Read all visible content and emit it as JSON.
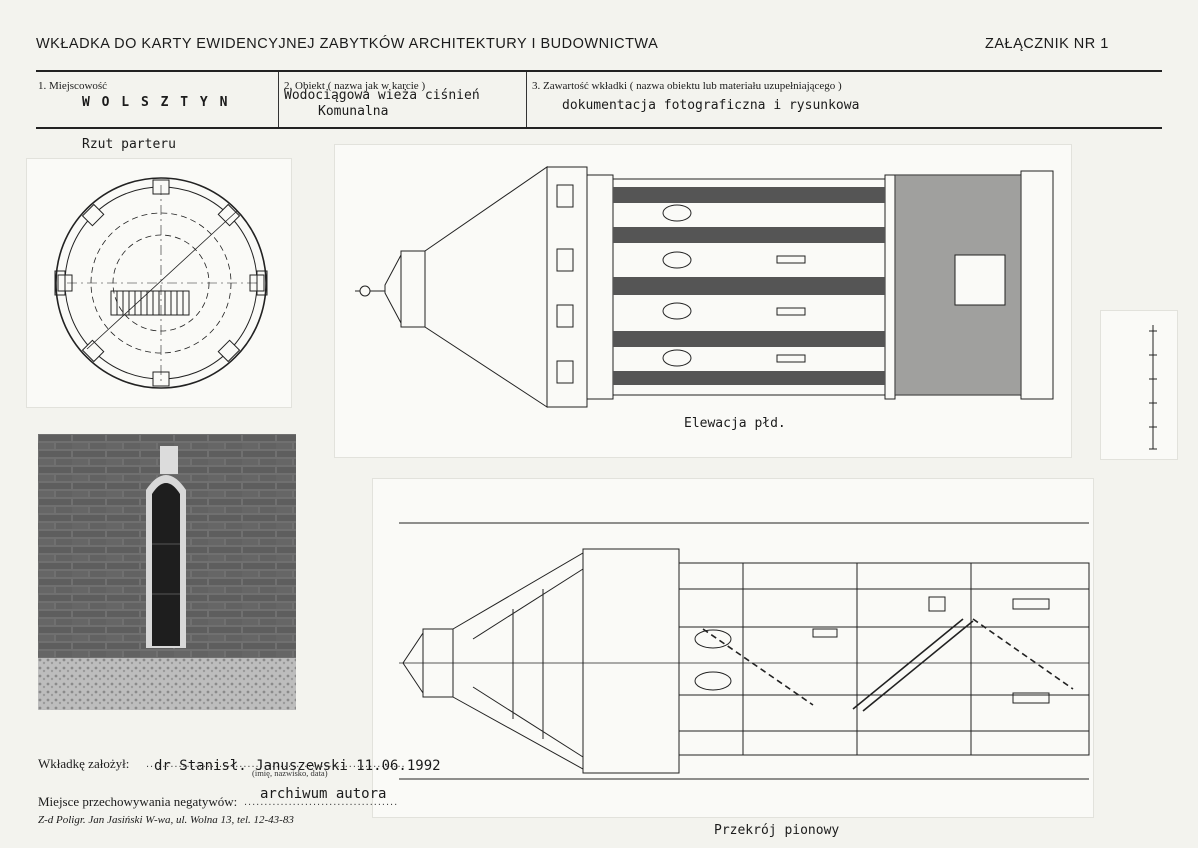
{
  "header": {
    "title": "WKŁADKA DO KARTY EWIDENCYJNEJ ZABYTKÓW ARCHITEKTURY I BUDOWNICTWA",
    "annex": "ZAŁĄCZNIK NR 1"
  },
  "fields": {
    "location_label": "1. Miejscowość",
    "location_value": "W O L S Z T Y N",
    "object_label": "2. Obiekt ( nazwa jak w karcie )",
    "object_value_line1": "Wodociągowa wieża ciśnień",
    "object_value_line2": "Komunalna",
    "content_label": "3. Zawartość wkładki ( nazwa obiektu lub materiału uzupełniającego )",
    "content_value": "dokumentacja fotograficzna i rysunkowa"
  },
  "drawings": {
    "plan_title": "Rzut parteru",
    "elevation_title": "Elewacja płd.",
    "section_title": "Przekrój pionowy"
  },
  "footer": {
    "author_label": "Wkładkę założył:",
    "author_value": "dr Stanisł. Januszewski 11.06.1992",
    "author_hint": "(imię, nazwisko, data)",
    "negatives_label": "Miejsce przechowywania negatywów:",
    "negatives_value": "archiwum autora",
    "printer": "Z-d Poligr. Jan Jasiński W-wa, ul. Wolna 13, tel. 12-43-83"
  },
  "colors": {
    "paper": "#f3f3ee",
    "ink": "#1b1b1b",
    "brick": "#6e6e6e"
  }
}
